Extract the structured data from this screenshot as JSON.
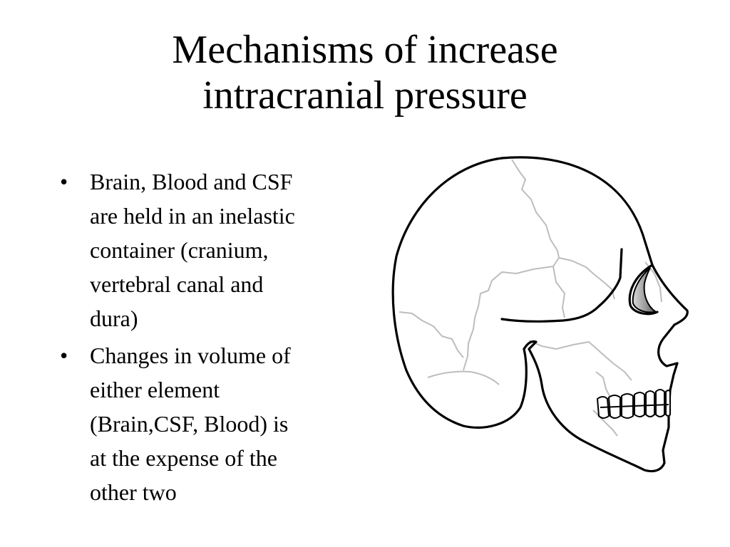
{
  "slide": {
    "title_lines": [
      "Mechanisms of increase",
      "intracranial pressure"
    ],
    "bullet_marker": "•",
    "bullets": [
      {
        "lines": [
          "Brain, Blood and CSF",
          "are held in an inelastic",
          "container (cranium,",
          "vertebral canal and",
          "dura)"
        ]
      },
      {
        "lines": [
          "Changes in volume of",
          "either element",
          "(Brain,CSF, Blood) is",
          "at the expense of the",
          "other two"
        ]
      }
    ]
  },
  "figure": {
    "icon": "skull-side-view-icon",
    "outline_color": "#000000",
    "suture_color": "#bdbdbd"
  }
}
